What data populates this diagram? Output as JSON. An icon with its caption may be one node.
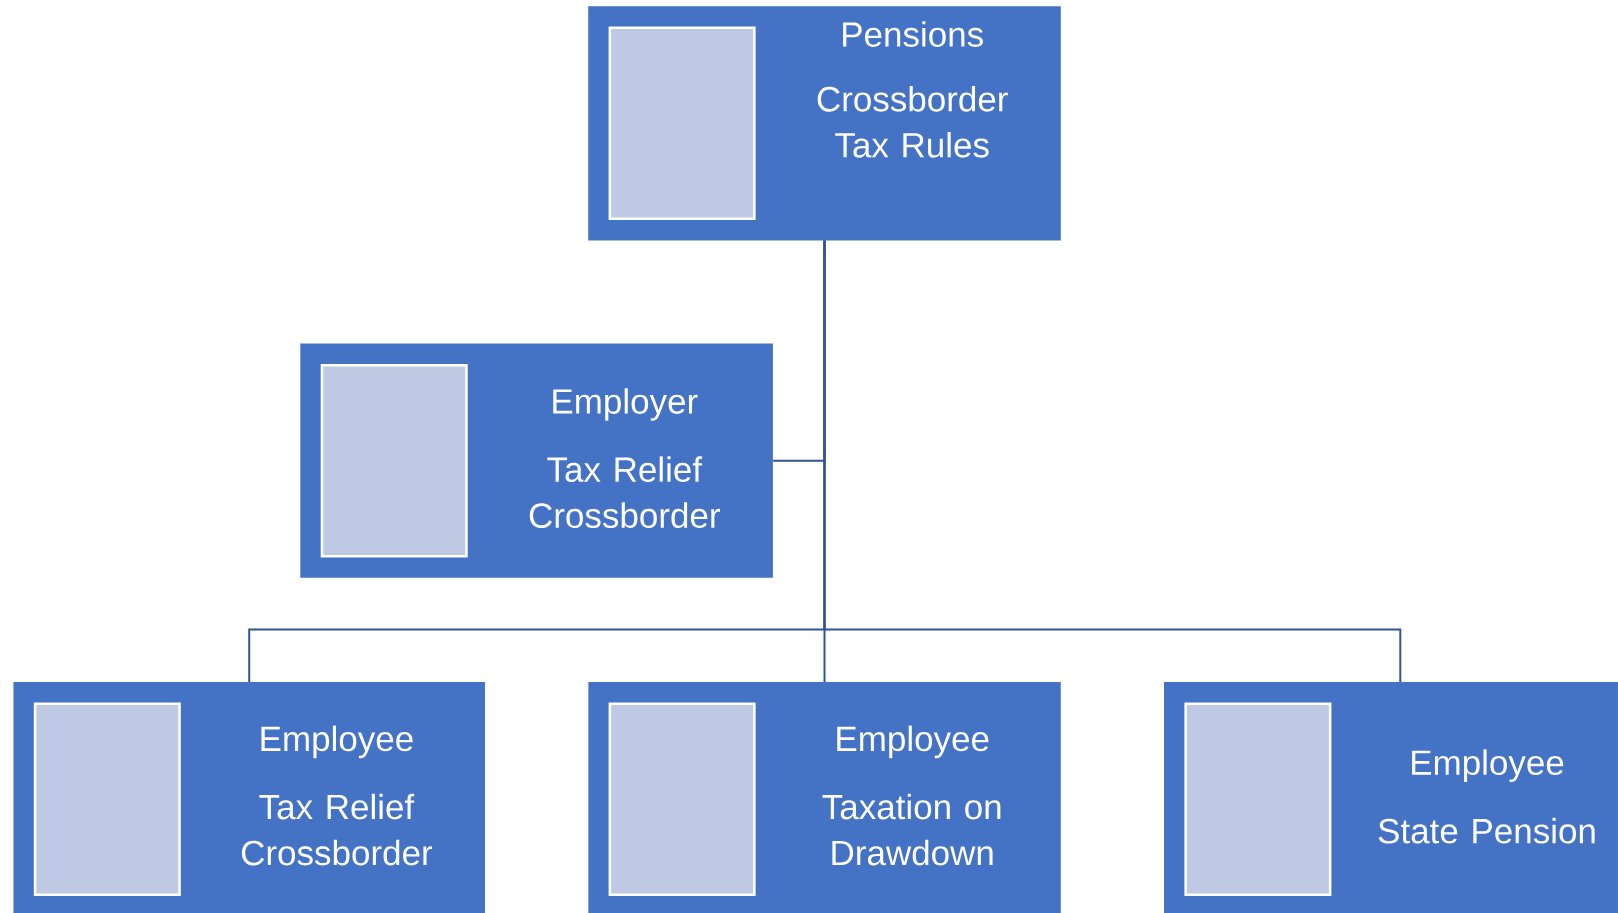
{
  "diagram": {
    "nodes": [
      {
        "text": [
          "Pensions",
          "Crossborder Tax Rules"
        ]
      },
      {
        "text": [],
        "shape": "box",
        "in": 0
      },
      {
        "text": [
          "Employer",
          "Tax Relief Crossborder"
        ]
      },
      {
        "text": [],
        "shape": "box",
        "in": 2
      },
      {
        "text": [
          "Employee",
          "Tax Relief Crossborder"
        ]
      },
      {
        "text": [],
        "shape": "box",
        "in": 4
      },
      {
        "text": [
          "Employee",
          "Taxation on Drawdown"
        ]
      },
      {
        "text": [],
        "shape": "box",
        "in": 6
      },
      {
        "text": [
          "Employee",
          "State Pension"
        ]
      },
      {
        "text": [],
        "shape": "box",
        "in": 8
      }
    ],
    "edges": [
      {
        "from": 0,
        "to": 2,
        "arrow": "none"
      },
      {
        "from": 0,
        "to": 4,
        "arrow": "none"
      },
      {
        "from": 0,
        "to": 6,
        "arrow": "none"
      },
      {
        "from": 0,
        "to": 8,
        "arrow": "none"
      }
    ]
  }
}
